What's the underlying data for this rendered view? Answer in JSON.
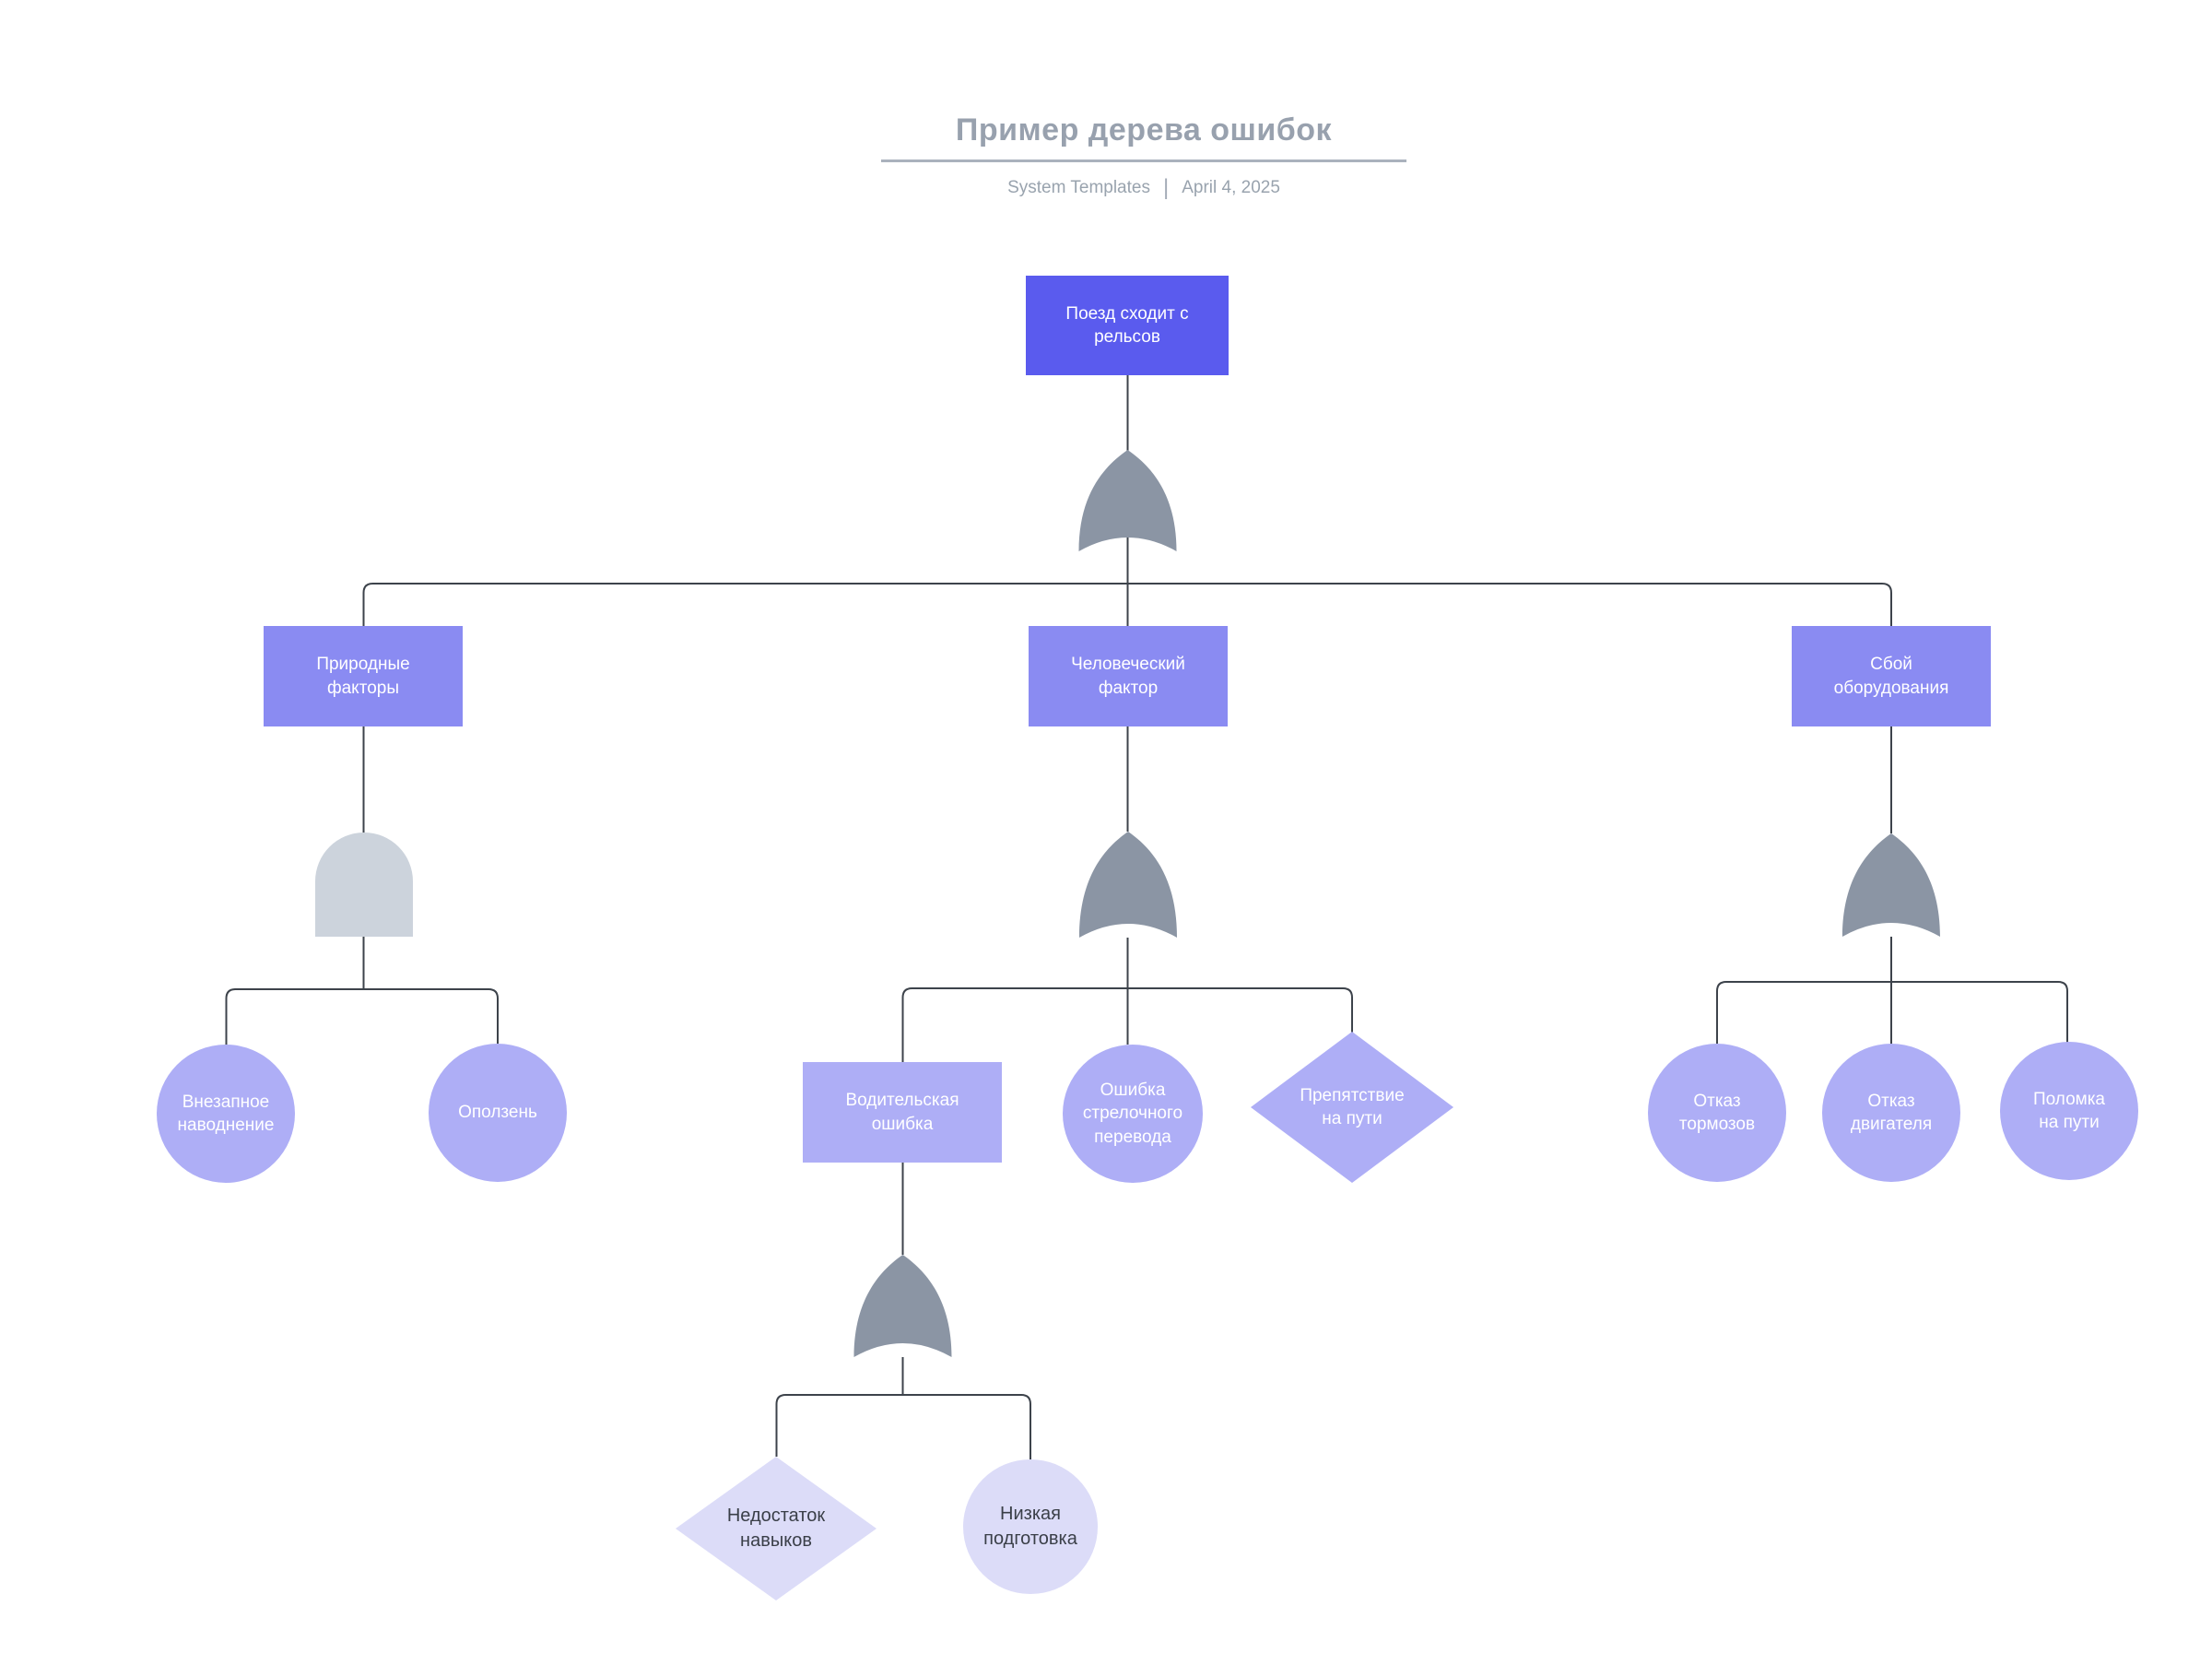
{
  "header": {
    "title": "Пример дерева ошибок",
    "source": "System Templates",
    "separator": "|",
    "date": "April 4, 2025"
  },
  "colors": {
    "root_node": "#5a5bee",
    "level2_node": "#8a8bf2",
    "level3_node": "#aeaef6",
    "level4_node": "#dcdcf8",
    "or_gate": "#8b95a4",
    "and_gate": "#ccd3dc",
    "connector": "#3d434b",
    "title_text": "#98a1ae",
    "subtitle_text": "#99a3ae",
    "underline": "#aab2bd",
    "node_text_light": "#ffffff",
    "node_text_dark": "#3a3f48"
  },
  "nodes": {
    "root": {
      "label": "Поезд сходит с\nрельсов"
    },
    "natural_factors": {
      "label": "Природные\nфакторы"
    },
    "human_factor": {
      "label": "Человеческий\nфактор"
    },
    "equipment_failure": {
      "label": "Сбой\nоборудования"
    },
    "sudden_flood": {
      "label": "Внезапное\nнаводнение"
    },
    "landslide": {
      "label": "Оползень"
    },
    "driver_error": {
      "label": "Водительская\nошибка"
    },
    "switch_error": {
      "label": "Ошибка\nстрелочного\nперевода"
    },
    "obstacle_on_track": {
      "label": "Препятствие\nна пути"
    },
    "brake_failure": {
      "label": "Отказ\nтормозов"
    },
    "engine_failure": {
      "label": "Отказ\nдвигателя"
    },
    "track_damage": {
      "label": "Поломка\nна пути"
    },
    "lack_of_skills": {
      "label": "Недостаток\nнавыков"
    },
    "poor_training": {
      "label": "Низкая\nподготовка"
    }
  },
  "gates": {
    "root": "OR",
    "natural_factors": "AND",
    "human_factor": "OR",
    "driver_error": "OR",
    "equipment_failure": "OR"
  }
}
